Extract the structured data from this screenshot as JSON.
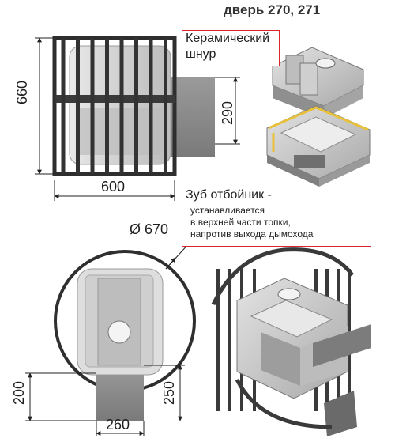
{
  "header": {
    "door_caption": "дверь 270, 271"
  },
  "dimensions": {
    "height_660": "660",
    "width_600": "600",
    "flue_290": "290",
    "diameter_670": "Ø 670",
    "base_200": "200",
    "base_250": "250",
    "base_260": "260"
  },
  "callouts": {
    "ceramic_cord": {
      "line1": "Керамический",
      "line2": "шнур"
    },
    "deflector_tooth": {
      "title": "Зуб отбойник -",
      "line1": "устанавливается",
      "line2": "в верхней части топки,",
      "line3": "напротив выхода дымохода"
    }
  },
  "colors": {
    "callout_border": "#d8262c",
    "grid_bars": "#3a3a3a",
    "stove_body": "#c9c9c9",
    "ceramic_cord": "#e8c13a"
  }
}
